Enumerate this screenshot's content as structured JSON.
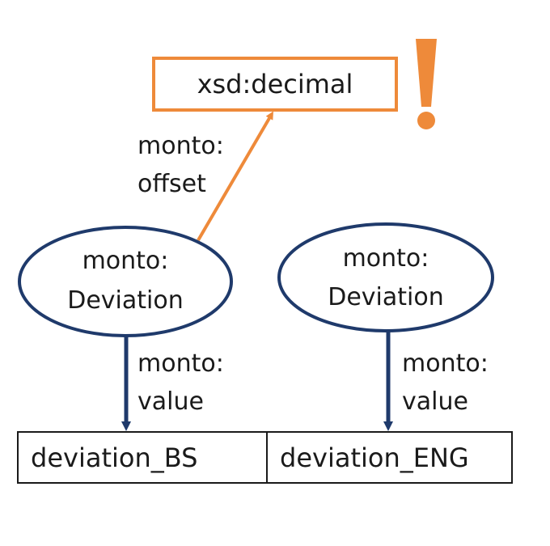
{
  "colors": {
    "node_stroke": "#1f3a6b",
    "datatype_stroke": "#ee8a3a",
    "warning": "#ee8a3a",
    "literal_stroke": "#1a1a1a",
    "text": "#1a1a1a"
  },
  "datatype": {
    "label": "xsd:decimal",
    "warning_mark": "!"
  },
  "offset_edge": {
    "label_prefix": "monto:",
    "label_name": "offset"
  },
  "nodes": [
    {
      "prefix": "monto:",
      "name": "Deviation",
      "edge_prefix": "monto:",
      "edge_name": "value",
      "literal": "deviation_BS"
    },
    {
      "prefix": "monto:",
      "name": "Deviation",
      "edge_prefix": "monto:",
      "edge_name": "value",
      "literal": "deviation_ENG"
    }
  ]
}
